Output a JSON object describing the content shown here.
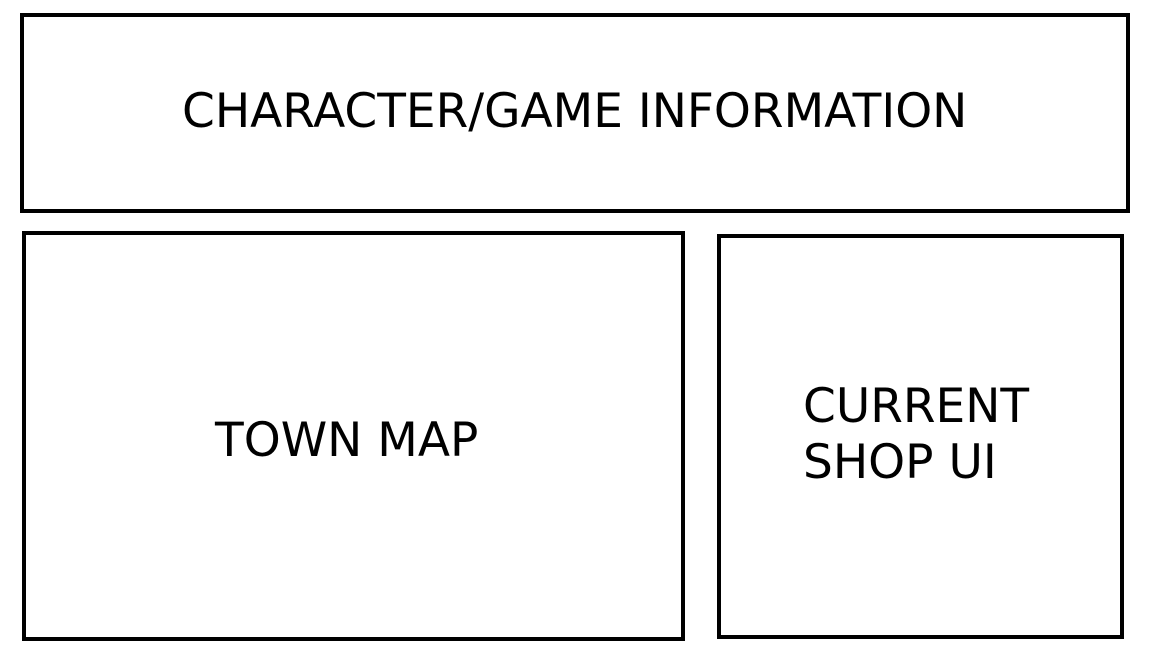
{
  "panels": {
    "top": {
      "label": "CHARACTER/GAME INFORMATION"
    },
    "map": {
      "label": "TOWN MAP"
    },
    "shop": {
      "line1": "CURRENT",
      "line2": "SHOP UI"
    }
  },
  "colors": {
    "border": "#000000",
    "background": "#ffffff",
    "text": "#000000"
  }
}
